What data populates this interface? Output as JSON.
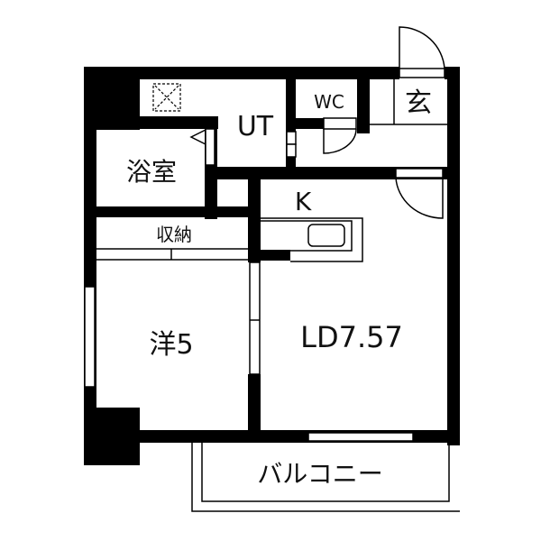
{
  "floorplan": {
    "rooms": {
      "ut": "UT",
      "wc": "WC",
      "entrance": "玄",
      "bath": "浴室",
      "kitchen": "K",
      "storage": "収納",
      "western_room": "洋5",
      "living_dining": "LD7.57",
      "balcony": "バルコニー"
    },
    "colors": {
      "wall": "#000000",
      "background": "#ffffff",
      "line": "#111111"
    }
  }
}
